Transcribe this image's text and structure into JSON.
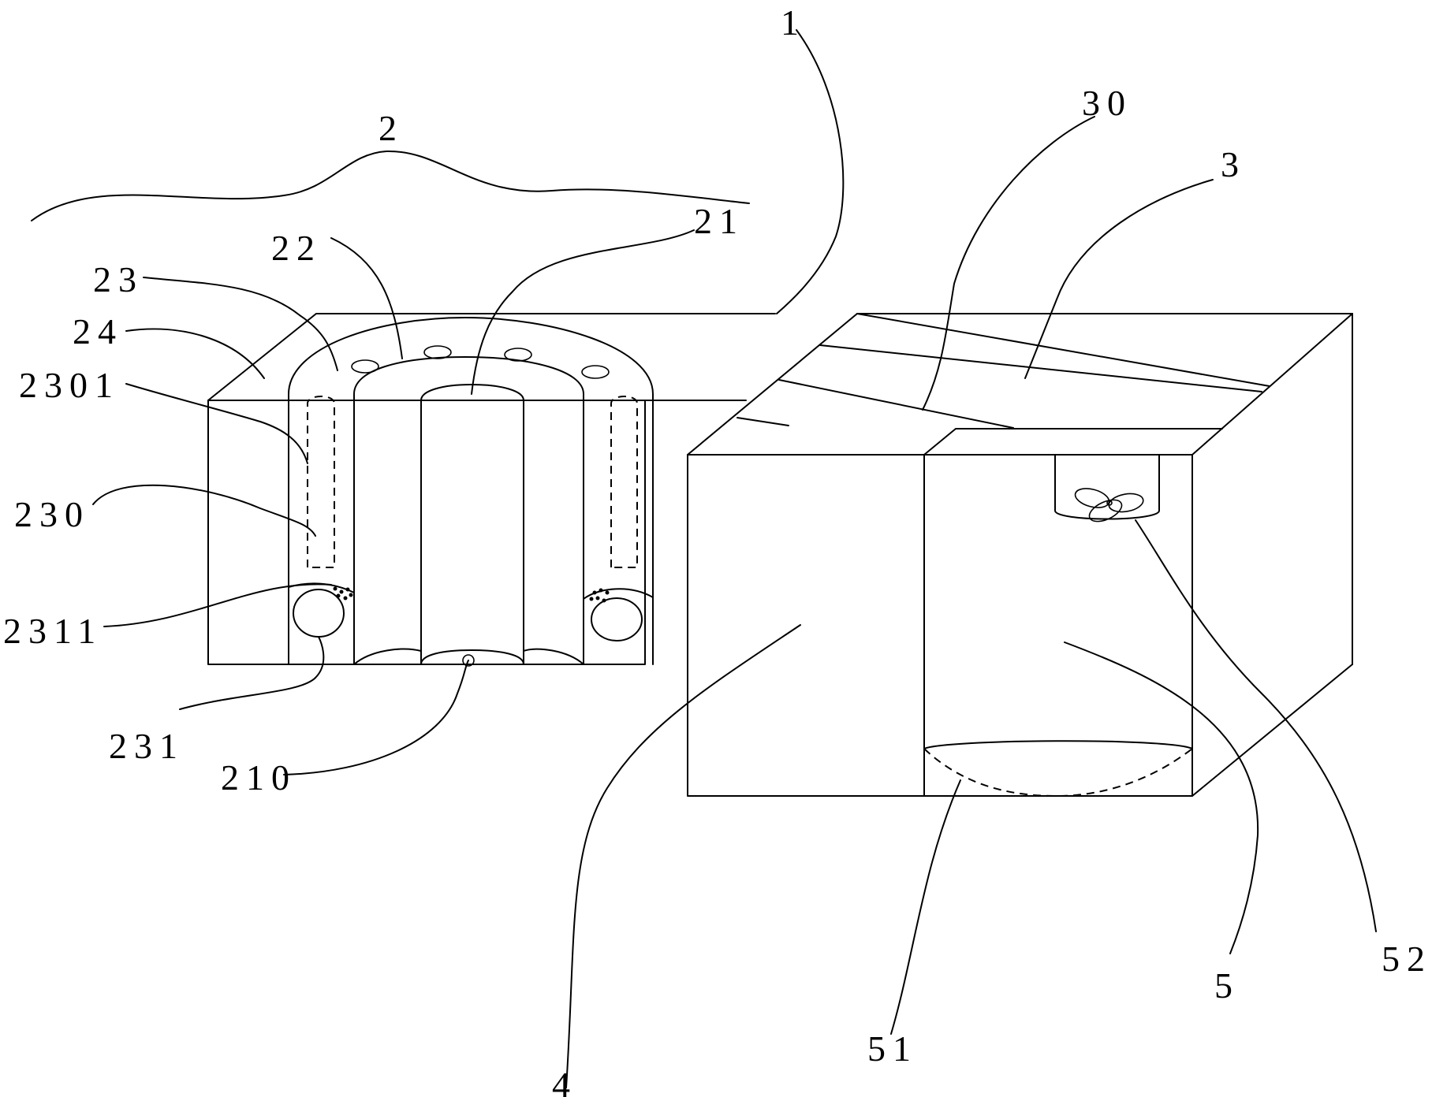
{
  "diagram": {
    "labels": {
      "n1": "1",
      "n2": "2",
      "n3": "3",
      "n4": "4",
      "n5": "5",
      "n21": "21",
      "n22": "22",
      "n23": "23",
      "n24": "24",
      "n30": "30",
      "n51": "51",
      "n52": "52",
      "n210": "210",
      "n230": "230",
      "n231": "231",
      "n2301": "2301",
      "n2311": "2311"
    },
    "colors": {
      "line": "#000000",
      "background": "#ffffff"
    }
  }
}
